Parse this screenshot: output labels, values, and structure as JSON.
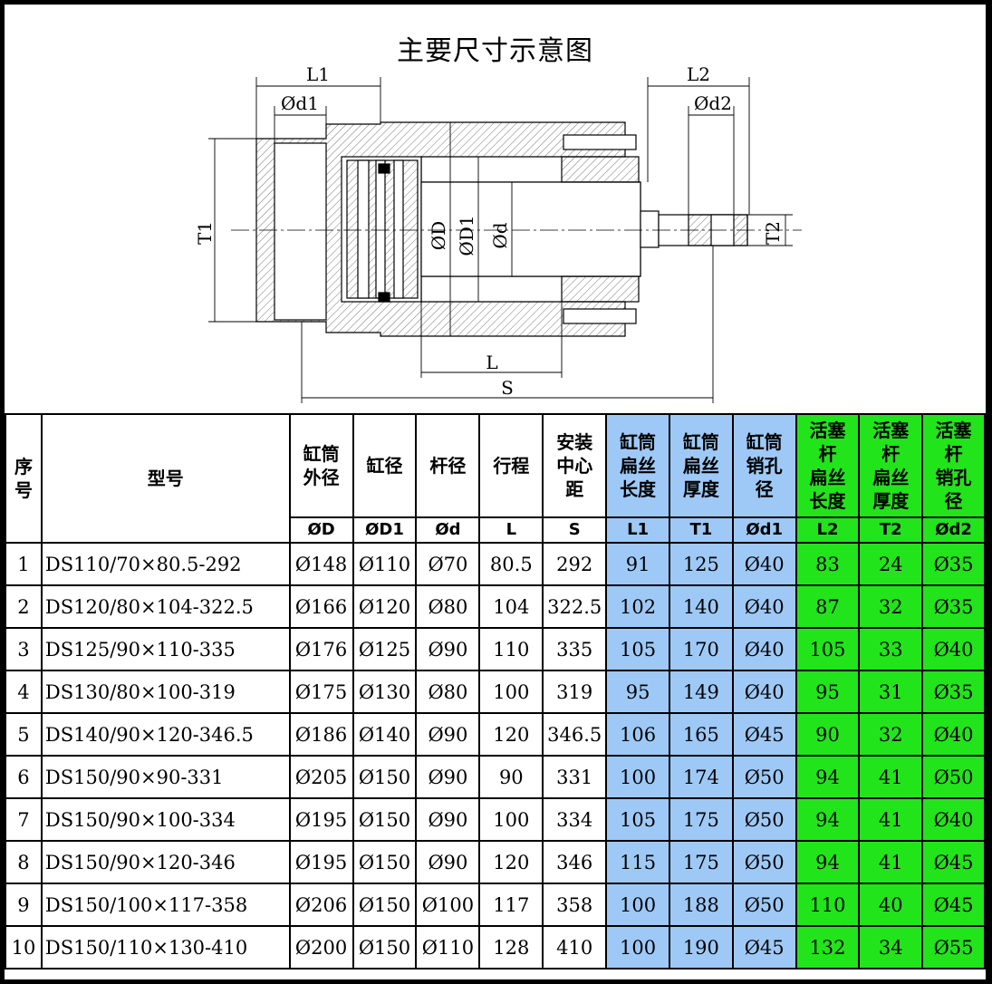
{
  "title": "主要尺寸示意图",
  "diagram_labels": {
    "L1": "L1",
    "d1": "Ød1",
    "L2": "L2",
    "d2": "Ød2",
    "T1": "T1",
    "T2": "T2",
    "D": "ØD",
    "D1": "ØD1",
    "d": "Ød",
    "L": "L",
    "S": "S"
  },
  "colors": {
    "blue": "#9ec9f7",
    "green": "#22e41b",
    "border": "#000000"
  },
  "headers": [
    {
      "lines": [
        "序",
        "号"
      ]
    },
    {
      "lines": [
        "型号"
      ]
    },
    {
      "lines": [
        "缸筒",
        "外径"
      ]
    },
    {
      "lines": [
        "缸径"
      ]
    },
    {
      "lines": [
        "杆径"
      ]
    },
    {
      "lines": [
        "行程"
      ]
    },
    {
      "lines": [
        "安装",
        "中心",
        "距"
      ]
    },
    {
      "lines": [
        "缸筒",
        "扁丝",
        "长度"
      ]
    },
    {
      "lines": [
        "缸筒",
        "扁丝",
        "厚度"
      ]
    },
    {
      "lines": [
        "缸筒",
        "销孔",
        "径"
      ]
    },
    {
      "lines": [
        "活塞",
        "杆",
        "扁丝",
        "长度"
      ]
    },
    {
      "lines": [
        "活塞",
        "杆",
        "扁丝",
        "厚度"
      ]
    },
    {
      "lines": [
        "活塞",
        "杆",
        "销孔",
        "径"
      ]
    }
  ],
  "subheaders": [
    "ØD",
    "ØD1",
    "Ød",
    "L",
    "S",
    "L1",
    "T1",
    "Ød1",
    "L2",
    "T2",
    "Ød2"
  ],
  "rows": [
    [
      "1",
      "DS110/70×80.5-292",
      "Ø148",
      "Ø110",
      "Ø70",
      "80.5",
      "292",
      "91",
      "125",
      "Ø40",
      "83",
      "24",
      "Ø35"
    ],
    [
      "2",
      "DS120/80×104-322.5",
      "Ø166",
      "Ø120",
      "Ø80",
      "104",
      "322.5",
      "102",
      "140",
      "Ø40",
      "87",
      "32",
      "Ø35"
    ],
    [
      "3",
      "DS125/90×110-335",
      "Ø176",
      "Ø125",
      "Ø90",
      "110",
      "335",
      "105",
      "170",
      "Ø40",
      "105",
      "33",
      "Ø40"
    ],
    [
      "4",
      "DS130/80×100-319",
      "Ø175",
      "Ø130",
      "Ø80",
      "100",
      "319",
      "95",
      "149",
      "Ø40",
      "95",
      "31",
      "Ø35"
    ],
    [
      "5",
      "DS140/90×120-346.5",
      "Ø186",
      "Ø140",
      "Ø90",
      "120",
      "346.5",
      "106",
      "165",
      "Ø45",
      "90",
      "32",
      "Ø40"
    ],
    [
      "6",
      "DS150/90×90-331",
      "Ø205",
      "Ø150",
      "Ø90",
      "90",
      "331",
      "100",
      "174",
      "Ø50",
      "94",
      "41",
      "Ø50"
    ],
    [
      "7",
      "DS150/90×100-334",
      "Ø195",
      "Ø150",
      "Ø90",
      "100",
      "334",
      "105",
      "175",
      "Ø50",
      "94",
      "41",
      "Ø40"
    ],
    [
      "8",
      "DS150/90×120-346",
      "Ø195",
      "Ø150",
      "Ø90",
      "120",
      "346",
      "115",
      "175",
      "Ø50",
      "94",
      "41",
      "Ø45"
    ],
    [
      "9",
      "DS150/100×117-358",
      "Ø206",
      "Ø150",
      "Ø100",
      "117",
      "358",
      "100",
      "188",
      "Ø50",
      "110",
      "40",
      "Ø45"
    ],
    [
      "10",
      "DS150/110×130-410",
      "Ø200",
      "Ø150",
      "Ø110",
      "128",
      "410",
      "100",
      "190",
      "Ø45",
      "132",
      "34",
      "Ø55"
    ]
  ]
}
